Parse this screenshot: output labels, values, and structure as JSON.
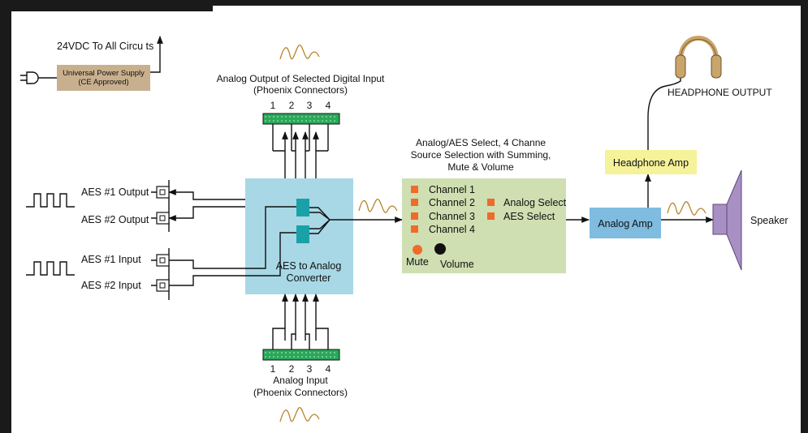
{
  "colors": {
    "frame": "#1a1a1a",
    "power_box": "#c8b08e",
    "converter_box": "#a8d8e6",
    "select_box": "#cfdfb2",
    "analog_amp": "#7fbce0",
    "headphone_amp": "#f5f29a",
    "speaker": "#a88fc4",
    "connector": "#2aa85a",
    "channel_square": "#ef6a2b",
    "mute_dot": "#ef6a2b",
    "volume_dot": "#111111",
    "chip": "#1aa1a8",
    "wave": "#b8832c"
  },
  "power": {
    "caption": "24VDC To All Circu ts",
    "supply_line1": "Universal Power Supply",
    "supply_line2": "(CE Approved)"
  },
  "top_output": {
    "line1": "Analog Output of Selected Digital Input",
    "line2": "(Phoenix Connectors)",
    "numbers": [
      "1",
      "2",
      "3",
      "4"
    ]
  },
  "bottom_input": {
    "line1": "Analog Input",
    "line2": "(Phoenix Connectors)",
    "numbers": [
      "1",
      "2",
      "3",
      "4"
    ]
  },
  "aes_ports": {
    "out1": "AES #1 Output",
    "out2": "AES #2 Output",
    "in1": "AES #1 Input",
    "in2": "AES #2 Input"
  },
  "converter": {
    "line1": "AES to Analog",
    "line2": "Converter"
  },
  "selector": {
    "title_line1": "Analog/AES Select, 4 Channe",
    "title_line2": "Source Selection with Summing,",
    "title_line3": "Mute & Volume",
    "channels": [
      "Channel 1",
      "Channel 2",
      "Channel 3",
      "Channel 4"
    ],
    "selects": [
      "Analog Select",
      "AES Select"
    ],
    "mute": "Mute",
    "volume": "Volume"
  },
  "analog_amp": "Analog Amp",
  "headphone_amp": "Headphone Amp",
  "headphone_output": "HEADPHONE OUTPUT",
  "speaker": "Speaker"
}
